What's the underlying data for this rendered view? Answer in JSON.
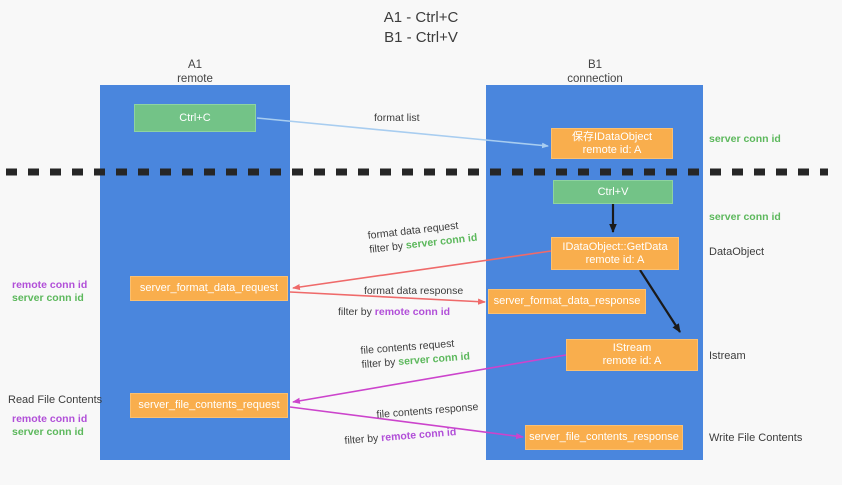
{
  "title": {
    "line1": "A1 - Ctrl+C",
    "line2": "B1 - Ctrl+V"
  },
  "columns": [
    {
      "name": "A1",
      "sub": "remote"
    },
    {
      "name": "B1",
      "sub": "connection"
    }
  ],
  "nodes": {
    "ctrl_c": "Ctrl+C",
    "ctrl_v": "Ctrl+V",
    "save_idataobject": {
      "line1": "保存IDataObject",
      "line2": "remote id: A"
    },
    "getdata": {
      "line1": "IDataObject::GetData",
      "line2": "remote id: A"
    },
    "istream": {
      "line1": "IStream",
      "line2": "remote id: A"
    },
    "format_data_request": "server_format_data_request",
    "format_data_response": "server_format_data_response",
    "file_contents_request": "server_file_contents_request",
    "file_contents_response": "server_file_contents_response"
  },
  "edges": {
    "format_list": "format list",
    "format_data_request": {
      "line1": "format data request",
      "filter_prefix": "filter by ",
      "filter_key": "server conn id"
    },
    "format_data_response": {
      "line1": "format data response",
      "filter_prefix": "filter by ",
      "filter_key": "remote conn id"
    },
    "file_contents_request": {
      "line1": "file contents request",
      "filter_prefix": "filter by ",
      "filter_key": "server conn id"
    },
    "file_contents_response": {
      "line1": "file contents response",
      "filter_prefix": "filter by ",
      "filter_key": "remote conn id"
    }
  },
  "annotations": {
    "right": {
      "server_conn_id_top": "server conn id",
      "server_conn_id_mid": "server conn id",
      "dataobject": "DataObject",
      "istream": "Istream",
      "write_file_contents": "Write File Contents"
    },
    "left": {
      "remote_conn_id_1": "remote conn id",
      "server_conn_id_1": "server conn id",
      "read_file_contents": "Read File Contents",
      "remote_conn_id_2": "remote conn id",
      "server_conn_id_2": "server conn id"
    }
  },
  "colors": {
    "lane": "#4a86dd",
    "green_node": "#73c387",
    "orange_node": "#f9ae4d",
    "green_text": "#5cb85c",
    "purple_text": "#b14fd8",
    "arrow_blue": "#a8cdf0",
    "arrow_red": "#ef6a6a",
    "arrow_magenta": "#cc44cc",
    "arrow_dark": "#1a1a1a",
    "divider": "#262626",
    "background": "#f8f8f8"
  }
}
